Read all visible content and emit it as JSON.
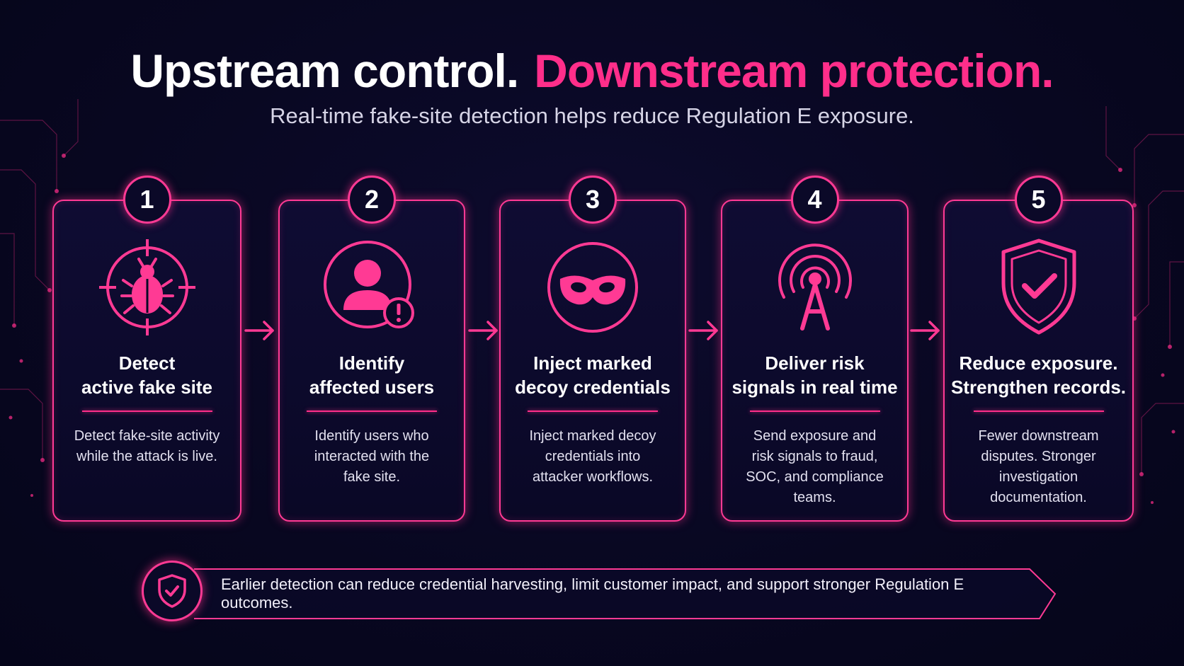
{
  "title": {
    "part1": "Upstream control.",
    "part2": "Downstream protection."
  },
  "subtitle": "Real-time fake-site detection helps reduce Regulation E exposure.",
  "colors": {
    "accent": "#ff2e8a",
    "background": "#080720",
    "text": "#ffffff"
  },
  "steps": [
    {
      "number": "1",
      "icon": "bug-target-icon",
      "title": "Detect\nactive fake site",
      "description": "Detect fake-site activity\nwhile the attack is live."
    },
    {
      "number": "2",
      "icon": "user-alert-icon",
      "title": "Identify\naffected users",
      "description": "Identify users who\ninteracted with the\nfake site."
    },
    {
      "number": "3",
      "icon": "mask-icon",
      "title": "Inject marked\ndecoy credentials",
      "description": "Inject marked decoy\ncredentials into\nattacker workflows."
    },
    {
      "number": "4",
      "icon": "broadcast-tower-icon",
      "title": "Deliver risk\nsignals in real time",
      "description": "Send exposure and\nrisk signals to fraud,\nSOC, and compliance\nteams."
    },
    {
      "number": "5",
      "icon": "shield-check-icon",
      "title": "Reduce exposure.\nStrengthen records.",
      "description": "Fewer downstream\ndisputes. Stronger\ninvestigation\ndocumentation."
    }
  ],
  "banner": {
    "icon": "shield-check-icon",
    "text": "Earlier detection can reduce credential harvesting, limit customer impact, and support stronger Regulation E outcomes."
  }
}
